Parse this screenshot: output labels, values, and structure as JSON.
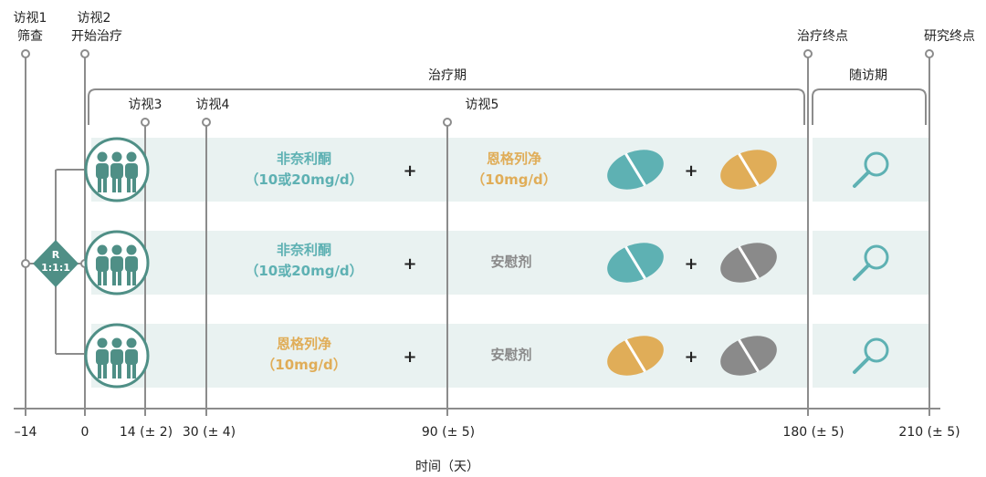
{
  "colors": {
    "teal": "#5eb1b3",
    "gold": "#e0ad58",
    "gray": "#8a8a8a",
    "band": "#e9f2f1",
    "line": "#8c8c8c",
    "group": "#4f8f86"
  },
  "visits": {
    "v1": [
      "访视1",
      "筛查"
    ],
    "v2": [
      "访视2",
      "开始治疗"
    ],
    "v3": "访视3",
    "v4": "访视4",
    "v5": "访视5",
    "treatment_end": "治疗终点",
    "study_end": "研究终点"
  },
  "periods": {
    "treatment": "治疗期",
    "followup": "随访期"
  },
  "randomization": [
    "R",
    "1:1:1"
  ],
  "arms": [
    {
      "left": [
        "非奈利酮",
        "（10或20mg/d）"
      ],
      "left_color": "teal",
      "plus": "+",
      "right": [
        "恩格列净",
        "（10mg/d）"
      ],
      "right_color": "gold",
      "pills": [
        "teal",
        "gold"
      ],
      "pill_plus": "+",
      "followup_icon": "magnifier-icon"
    },
    {
      "left": [
        "非奈利酮",
        "（10或20mg/d）"
      ],
      "left_color": "teal",
      "plus": "+",
      "right": [
        "安慰剂"
      ],
      "right_color": "gray",
      "pills": [
        "teal",
        "gray"
      ],
      "pill_plus": "+",
      "followup_icon": "magnifier-icon"
    },
    {
      "left": [
        "恩格列净",
        "（10mg/d）"
      ],
      "left_color": "gold",
      "plus": "+",
      "right": [
        "安慰剂"
      ],
      "right_color": "gray",
      "pills": [
        "gold",
        "gray"
      ],
      "pill_plus": "+",
      "followup_icon": "magnifier-icon"
    }
  ],
  "axis": {
    "ticks": [
      "–14",
      "0",
      "14 (± 2)",
      "30 (± 4)",
      "90 (± 5)",
      "180 (± 5)",
      "210 (± 5)"
    ],
    "label": "时间（天）"
  }
}
